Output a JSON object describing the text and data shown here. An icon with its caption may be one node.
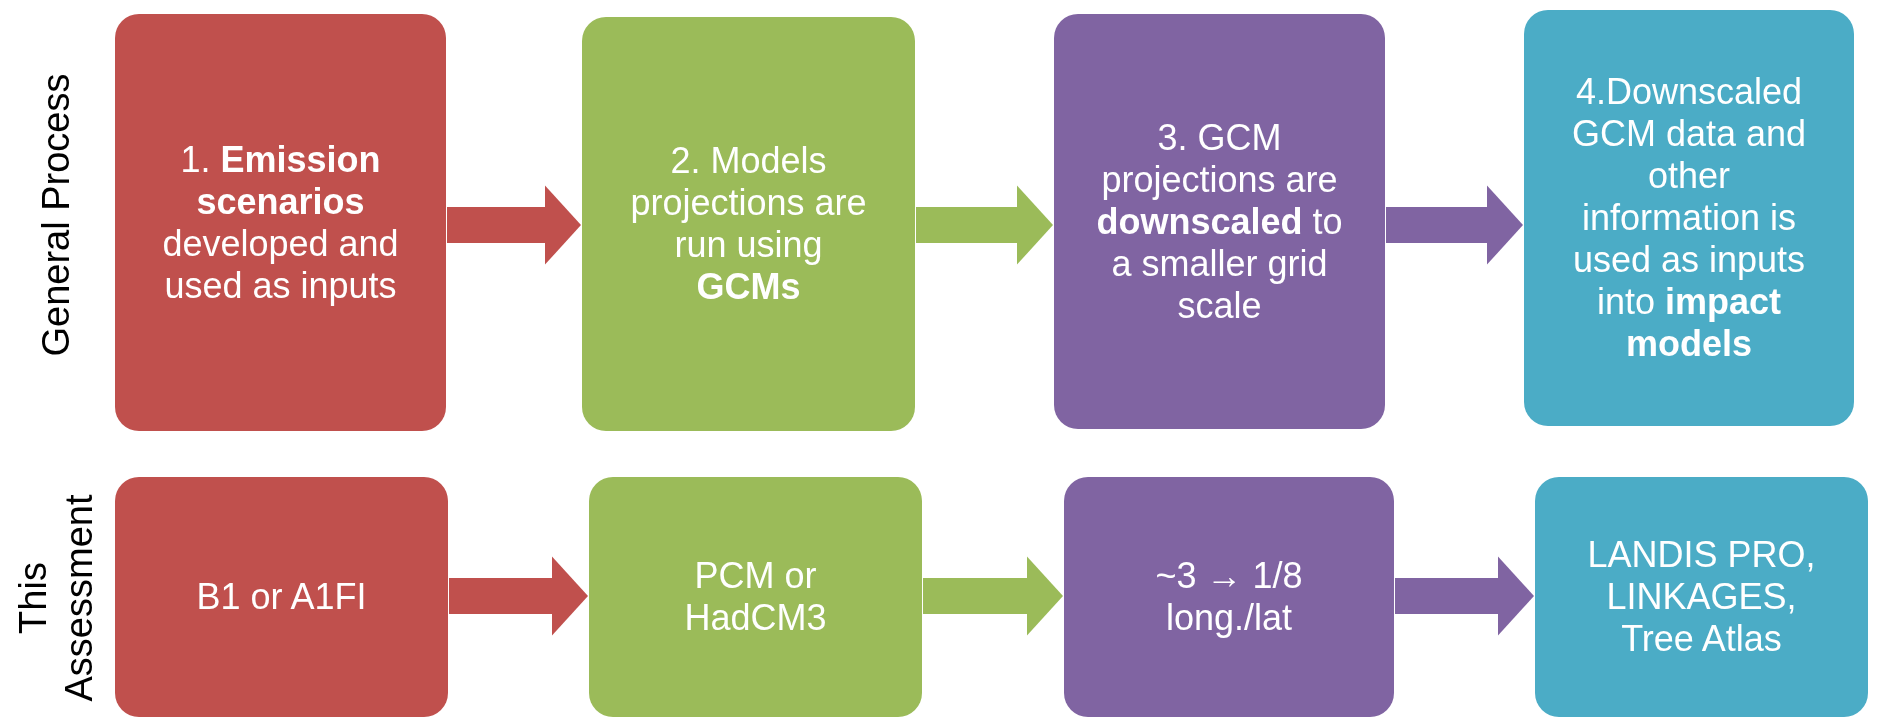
{
  "diagram": {
    "nodes": [
      {
        "text": [
          "1. **Emission scenarios** developed and used as inputs"
        ]
      },
      {
        "text": [
          "2. Models projections are run using **GCMs**"
        ]
      },
      {
        "text": [
          "3. GCM projections are **downscaled** to a smaller grid scale"
        ]
      },
      {
        "text": [
          "4.Downscaled GCM data and other information is used as inputs into **impact models**"
        ]
      },
      {
        "text": [
          "B1 or A1FI"
        ]
      },
      {
        "text": [
          "PCM or HadCM3"
        ]
      },
      {
        "text": [
          "~3 → 1/8",
          "long./lat"
        ]
      },
      {
        "text": [
          "LANDIS PRO, LINKAGES, Tree Atlas"
        ]
      }
    ],
    "edges": [
      {
        "from": 0,
        "to": 1,
        "arrow": "to",
        "color": "#c0504d"
      },
      {
        "from": 1,
        "to": 2,
        "arrow": "to",
        "color": "#9bbb59"
      },
      {
        "from": 2,
        "to": 3,
        "arrow": "to",
        "color": "#8064a2"
      },
      {
        "from": 4,
        "to": 5,
        "arrow": "to",
        "color": "#c0504d"
      },
      {
        "from": 5,
        "to": 6,
        "arrow": "to",
        "color": "#9bbb59"
      },
      {
        "from": 6,
        "to": 7,
        "arrow": "to",
        "color": "#8064a2"
      }
    ],
    "labels": [
      "General Process",
      "This Assessment"
    ]
  }
}
